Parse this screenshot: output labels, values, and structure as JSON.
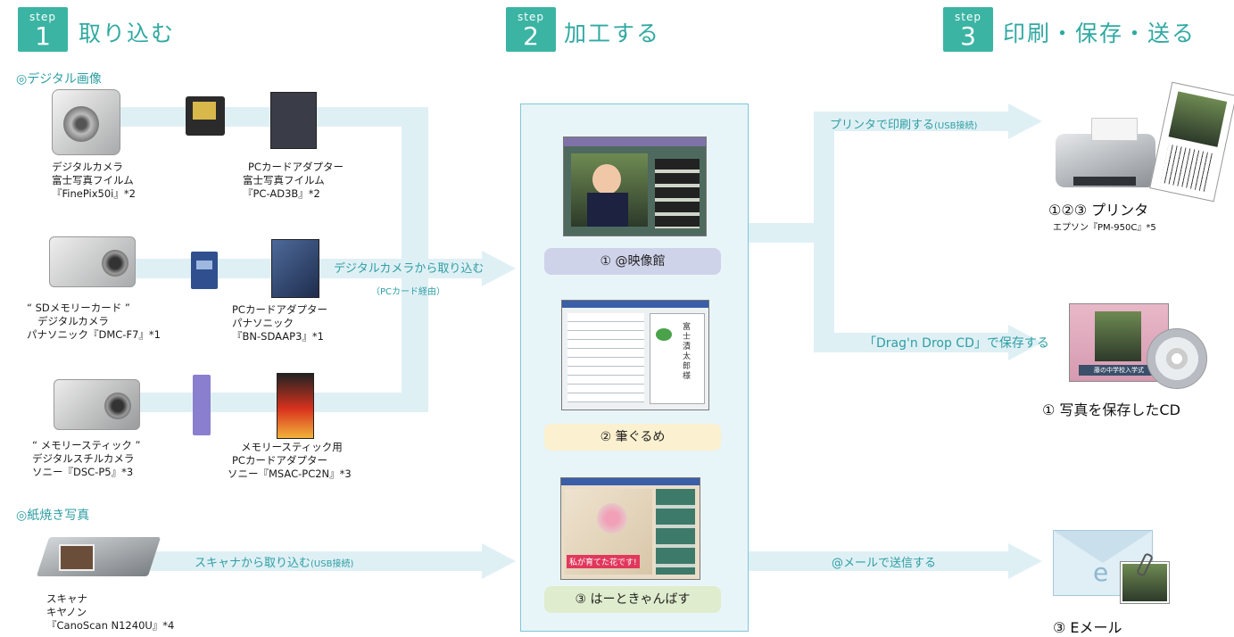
{
  "steps": [
    {
      "word": "step",
      "num": "1",
      "title": "取り込む"
    },
    {
      "word": "step",
      "num": "2",
      "title": "加工する"
    },
    {
      "word": "step",
      "num": "3",
      "title": "印刷・保存・送る"
    }
  ],
  "sections": {
    "digital": "◎デジタル画像",
    "paper": "◎紙焼き写真"
  },
  "devices": {
    "camera1": [
      "デジタルカメラ",
      "富士写真フイルム",
      "『FinePix50i』*2"
    ],
    "adapter1": [
      "PCカードアダプター",
      "富士写真フイルム",
      "『PC-AD3B』*2"
    ],
    "camera2": [
      "“ SDメモリーカード ”",
      "デジタルカメラ",
      "パナソニック『DMC-F7』*1"
    ],
    "adapter2": [
      "PCカードアダプター",
      "パナソニック",
      "『BN-SDAAP3』*1"
    ],
    "camera3": [
      "“ メモリースティック ”",
      "デジタルスチルカメラ",
      "ソニー『DSC-P5』*3"
    ],
    "adapter3": [
      "メモリースティック用",
      "PCカードアダプター",
      "ソニー『MSAC-PC2N』*3"
    ],
    "scanner": [
      "スキャナ",
      "キヤノン",
      "『CanoScan N1240U』*4"
    ]
  },
  "flows": {
    "camera_import": "デジタルカメラから取り込む",
    "camera_import_sub": "（PCカード経由）",
    "scanner_import": "スキャナから取り込む",
    "scanner_import_sub": "(USB接続)",
    "print": "プリンタで印刷する",
    "print_sub": "(USB接続)",
    "save": "「Drag'n Drop CD」で保存する",
    "mail": "@メールで送信する"
  },
  "apps": [
    {
      "label": "① @映像館",
      "color": "#cfd3ea"
    },
    {
      "label": "② 筆ぐるめ",
      "color": "#fbf0cf"
    },
    {
      "label": "③ はーときゃんばす",
      "color": "#dfeccd"
    }
  ],
  "app_screens": {
    "fude_text": "富士漬太郎様",
    "heart_banner": "私が育てた花です!"
  },
  "outputs": {
    "printer_title": "①②③ プリンタ",
    "printer_sub": "エプソン『PM-950C』*5",
    "cd_title": "① 写真を保存したCD",
    "cd_label": "藤の中学校入学式",
    "mail_title": "③ Eメール",
    "mail_glyph": "e"
  }
}
